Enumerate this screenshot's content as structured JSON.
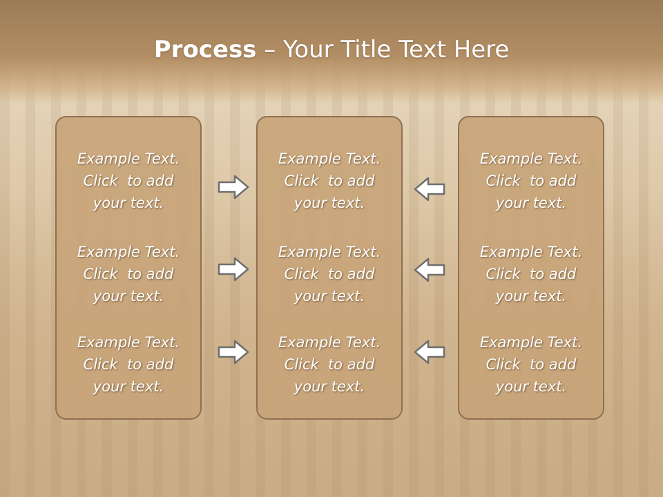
{
  "slide": {
    "title_bold": "Process",
    "title_rest": " – Your Title Text Here"
  },
  "columns": [
    {
      "items": [
        {
          "l1": "Example Text.",
          "l2": "Click  to add",
          "l3": "your text."
        },
        {
          "l1": "Example Text.",
          "l2": "Click  to add",
          "l3": "your text."
        },
        {
          "l1": "Example Text.",
          "l2": "Click  to add",
          "l3": "your text."
        }
      ]
    },
    {
      "items": [
        {
          "l1": "Example Text.",
          "l2": "Click  to add",
          "l3": "your text."
        },
        {
          "l1": "Example Text.",
          "l2": "Click  to add",
          "l3": "your text."
        },
        {
          "l1": "Example Text.",
          "l2": "Click  to add",
          "l3": "your text."
        }
      ]
    },
    {
      "items": [
        {
          "l1": "Example Text.",
          "l2": "Click  to add",
          "l3": "your text."
        },
        {
          "l1": "Example Text.",
          "l2": "Click  to add",
          "l3": "your text."
        },
        {
          "l1": "Example Text.",
          "l2": "Click  to add",
          "l3": "your text."
        }
      ]
    }
  ],
  "colors": {
    "box_fill": "#c7a378",
    "box_border": "#8e7152",
    "arrow_fill": "#ffffff",
    "arrow_stroke": "#6e6e6e"
  },
  "icons": {
    "left_arrows": "arrow-right-icon",
    "right_arrows": "arrow-left-icon"
  }
}
